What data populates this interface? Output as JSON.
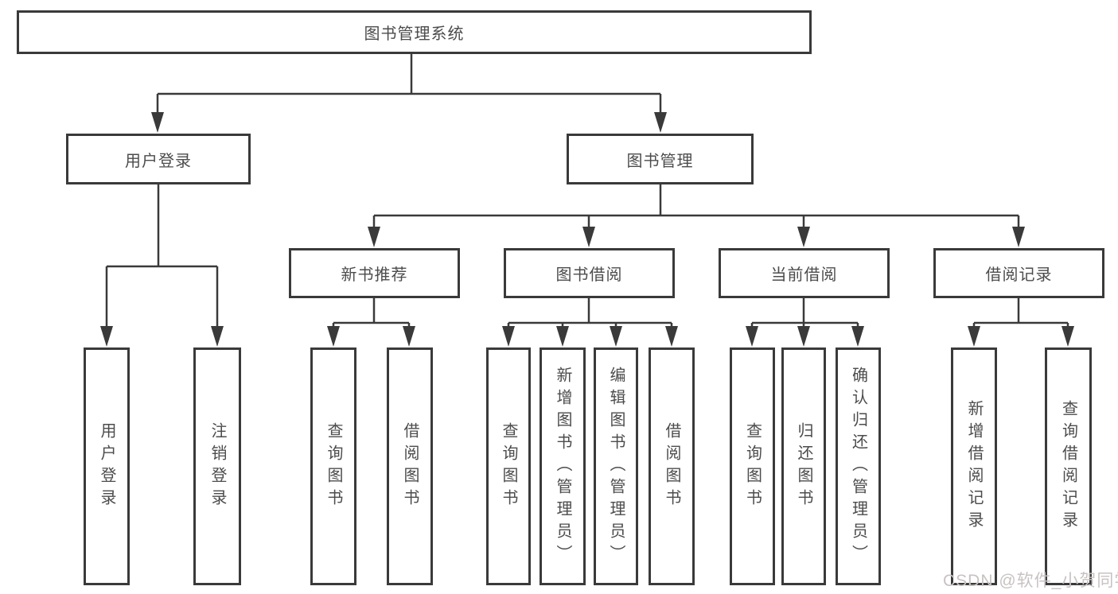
{
  "diagram_title": "图书管理系统",
  "colors": {
    "line": "#3a3a3a",
    "box_border": "#3a3a3a",
    "text": "#4c4c4c",
    "background": "#ffffff",
    "watermark_text_color": "#c9c2c2"
  },
  "tree": {
    "label": "图书管理系统",
    "children": [
      {
        "label": "用户登录",
        "children": [
          {
            "label": "用户登录"
          },
          {
            "label": "注销登录"
          }
        ]
      },
      {
        "label": "图书管理",
        "children": [
          {
            "label": "新书推荐",
            "children": [
              {
                "label": "查询图书"
              },
              {
                "label": "借阅图书"
              }
            ]
          },
          {
            "label": "图书借阅",
            "children": [
              {
                "label": "查询图书"
              },
              {
                "label": "新增图书（管理员）"
              },
              {
                "label": "编辑图书（管理员）"
              },
              {
                "label": "借阅图书"
              }
            ]
          },
          {
            "label": "当前借阅",
            "children": [
              {
                "label": "查询图书"
              },
              {
                "label": "归还图书"
              },
              {
                "label": "确认归还（管理员）"
              }
            ]
          },
          {
            "label": "借阅记录",
            "children": [
              {
                "label": "新增借阅记录"
              },
              {
                "label": "查询借阅记录"
              }
            ]
          }
        ]
      }
    ]
  },
  "watermark": {
    "text": "CSDN @软件_小贺同学"
  }
}
